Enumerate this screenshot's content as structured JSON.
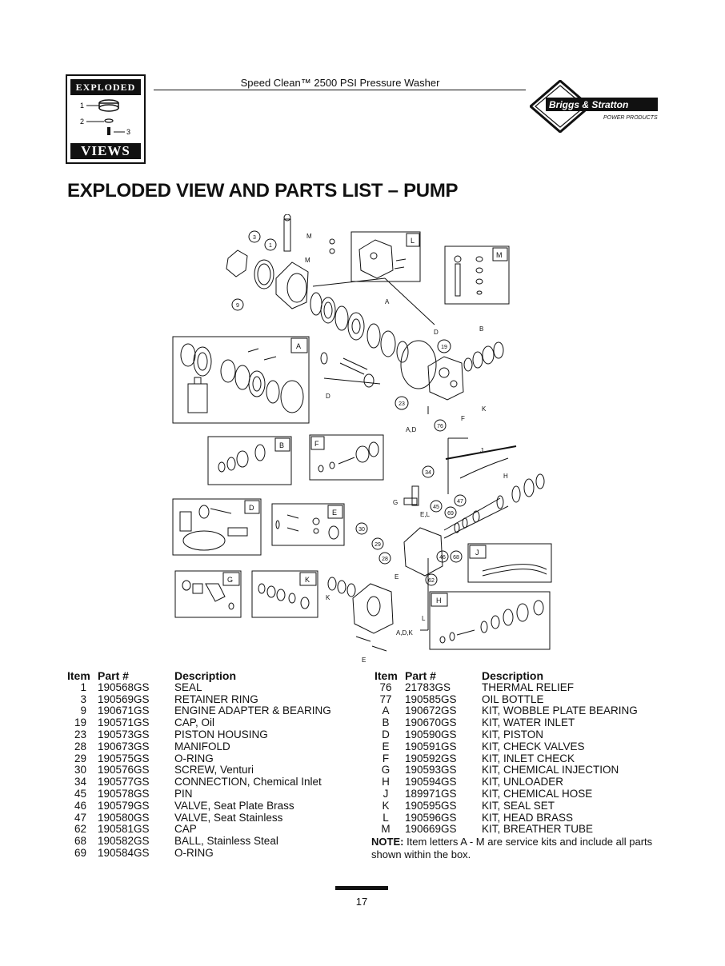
{
  "header": {
    "logo_top": "EXPLODED",
    "logo_bottom": "VIEWS",
    "logo_callouts": [
      "1",
      "2",
      "3"
    ],
    "title": "Speed Clean™ 2500 PSI Pressure Washer",
    "brand_name": "Briggs & Stratton",
    "brand_tagline": "POWER PRODUCTS"
  },
  "page_title": "EXPLODED VIEW AND PARTS LIST – PUMP",
  "diagram": {
    "kit_labels": [
      "L",
      "M",
      "A",
      "B",
      "F",
      "D",
      "E",
      "G",
      "K",
      "J",
      "H"
    ],
    "callouts": [
      "3",
      "1",
      "9",
      "19",
      "23",
      "76",
      "34",
      "45",
      "69",
      "47",
      "30",
      "29",
      "28",
      "46",
      "68",
      "62"
    ],
    "letters": [
      "M",
      "M",
      "A",
      "D",
      "B",
      "D",
      "K",
      "A,D",
      "F",
      "J",
      "H",
      "G",
      "E,L",
      "E",
      "K",
      "L",
      "A,D,K",
      "E"
    ]
  },
  "parts_headers": {
    "item": "Item",
    "part": "Part #",
    "description": "Description"
  },
  "parts_left": [
    {
      "item": "1",
      "part": "190568GS",
      "desc": "SEAL"
    },
    {
      "item": "3",
      "part": "190569GS",
      "desc": "RETAINER RING"
    },
    {
      "item": "9",
      "part": "190671GS",
      "desc": "ENGINE ADAPTER & BEARING"
    },
    {
      "item": "19",
      "part": "190571GS",
      "desc": "CAP, Oil"
    },
    {
      "item": "23",
      "part": "190573GS",
      "desc": "PISTON HOUSING"
    },
    {
      "item": "28",
      "part": "190673GS",
      "desc": "MANIFOLD"
    },
    {
      "item": "29",
      "part": "190575GS",
      "desc": "O-RING"
    },
    {
      "item": "30",
      "part": "190576GS",
      "desc": "SCREW, Venturi"
    },
    {
      "item": "34",
      "part": "190577GS",
      "desc": "CONNECTION, Chemical Inlet"
    },
    {
      "item": "45",
      "part": "190578GS",
      "desc": "PIN"
    },
    {
      "item": "46",
      "part": "190579GS",
      "desc": "VALVE, Seat Plate Brass"
    },
    {
      "item": "47",
      "part": "190580GS",
      "desc": "VALVE, Seat Stainless"
    },
    {
      "item": "62",
      "part": "190581GS",
      "desc": "CAP"
    },
    {
      "item": "68",
      "part": "190582GS",
      "desc": "BALL, Stainless Steal"
    },
    {
      "item": "69",
      "part": "190584GS",
      "desc": "O-RING"
    }
  ],
  "parts_right": [
    {
      "item": "76",
      "part": "21783GS",
      "desc": "THERMAL RELIEF"
    },
    {
      "item": "77",
      "part": "190585GS",
      "desc": "OIL BOTTLE"
    },
    {
      "item": "A",
      "part": "190672GS",
      "desc": "KIT, WOBBLE PLATE BEARING"
    },
    {
      "item": "B",
      "part": "190670GS",
      "desc": "KIT, WATER INLET"
    },
    {
      "item": "D",
      "part": "190590GS",
      "desc": "KIT, PISTON"
    },
    {
      "item": "E",
      "part": "190591GS",
      "desc": "KIT, CHECK VALVES"
    },
    {
      "item": "F",
      "part": "190592GS",
      "desc": "KIT, INLET CHECK"
    },
    {
      "item": "G",
      "part": "190593GS",
      "desc": "KIT, CHEMICAL INJECTION"
    },
    {
      "item": "H",
      "part": "190594GS",
      "desc": "KIT, UNLOADER"
    },
    {
      "item": "J",
      "part": "189971GS",
      "desc": "KIT, CHEMICAL HOSE"
    },
    {
      "item": "K",
      "part": "190595GS",
      "desc": "KIT, SEAL SET"
    },
    {
      "item": "L",
      "part": "190596GS",
      "desc": "KIT, HEAD BRASS"
    },
    {
      "item": "M",
      "part": "190669GS",
      "desc": "KIT, BREATHER TUBE"
    }
  ],
  "note": {
    "label": "NOTE:",
    "text": " Item letters A - M are service kits and include all parts shown within the box."
  },
  "page_number": "17"
}
